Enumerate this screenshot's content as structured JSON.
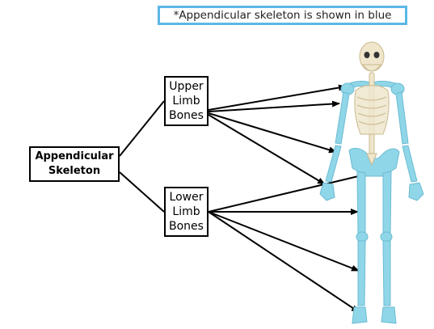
{
  "note": "*Appendicular skeleton is shown in blue",
  "root": {
    "line1": "Appendicular",
    "line2": "Skeleton"
  },
  "upper": {
    "line1": "Upper",
    "line2": "Limb",
    "line3": "Bones"
  },
  "lower": {
    "line1": "Lower",
    "line2": "Limb",
    "line3": "Bones"
  },
  "colors": {
    "appendicular": "#8fd6e8",
    "axial": "#efe6cc",
    "note_border": "#5bb8e6"
  }
}
